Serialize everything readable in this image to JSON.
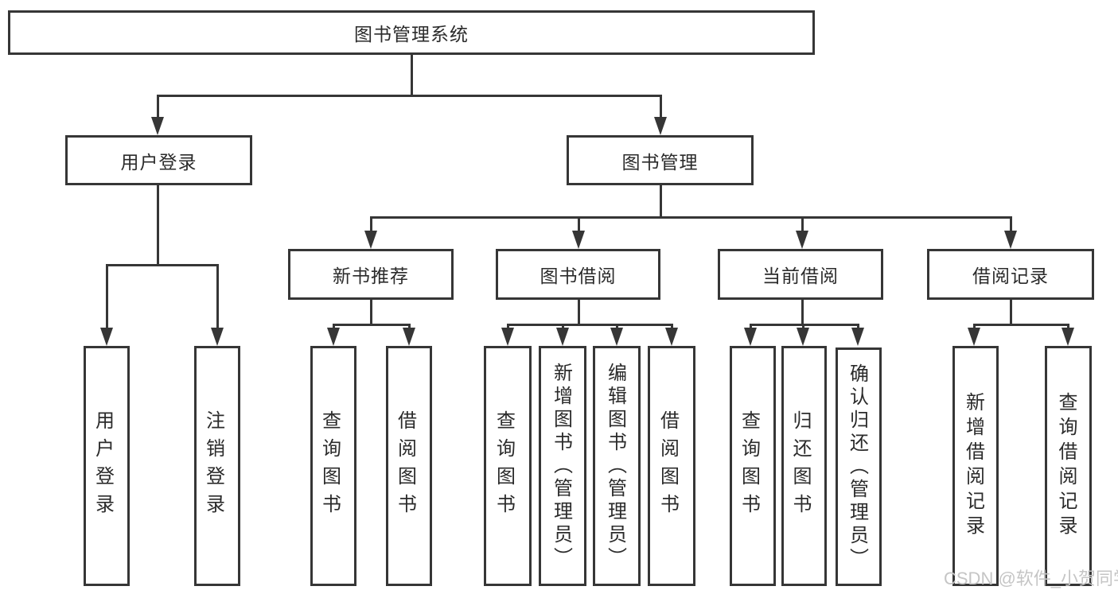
{
  "tree": {
    "root": {
      "label": "图书管理系统"
    },
    "children": [
      {
        "label": "用户登录",
        "children": [
          {
            "label": "用户登录"
          },
          {
            "label": "注销登录"
          }
        ]
      },
      {
        "label": "图书管理",
        "children": [
          {
            "label": "新书推荐",
            "children": [
              {
                "label": "查询图书"
              },
              {
                "label": "借阅图书"
              }
            ]
          },
          {
            "label": "图书借阅",
            "children": [
              {
                "label": "查询图书"
              },
              {
                "label": "新增图书（管理员）"
              },
              {
                "label": "编辑图书（管理员）"
              },
              {
                "label": "借阅图书"
              }
            ]
          },
          {
            "label": "当前借阅",
            "children": [
              {
                "label": "查询图书"
              },
              {
                "label": "归还图书"
              },
              {
                "label": "确认归还（管理员）"
              }
            ]
          },
          {
            "label": "借阅记录",
            "children": [
              {
                "label": "新增借阅记录"
              },
              {
                "label": "查询借阅记录"
              }
            ]
          }
        ]
      }
    ]
  },
  "watermark": "CSDN @软件_小贺同学",
  "colors": {
    "line": "#363636",
    "box_border": "#363636",
    "text": "#2b2b2b",
    "background": "#ffffff",
    "watermark": "#c5c5c5"
  }
}
